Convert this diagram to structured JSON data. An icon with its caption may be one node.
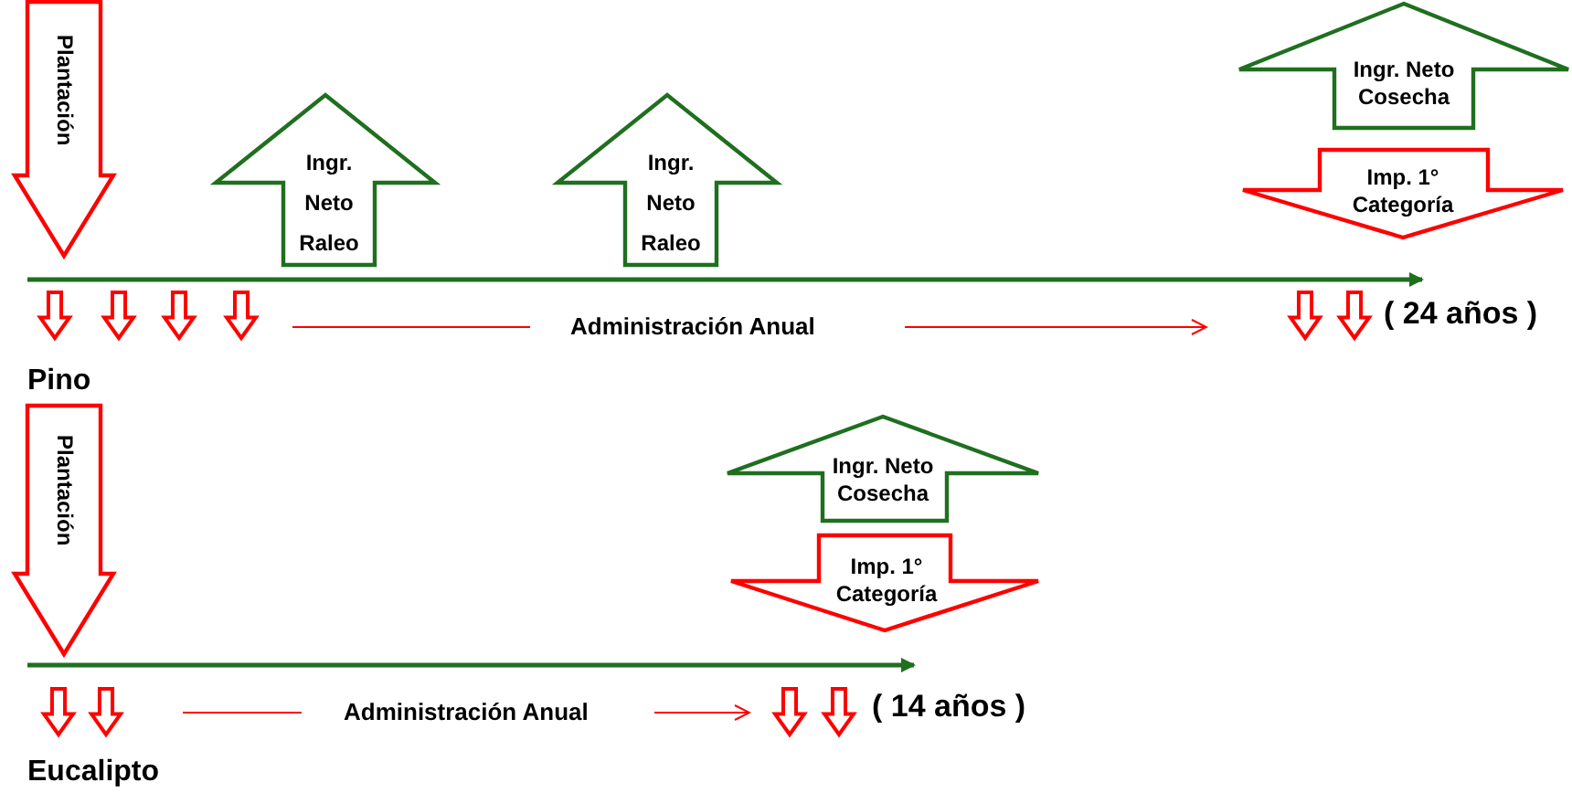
{
  "diagram": {
    "nodes": [
      {
        "text": [
          "Plantación"
        ]
      },
      {
        "text": [
          "Ingr. Neto Raleo"
        ]
      },
      {
        "text": [
          "Ingr. Neto Raleo"
        ]
      },
      {
        "text": [
          "Ingr. Neto Cosecha"
        ]
      },
      {
        "text": [
          "Imp. 1° Categoría"
        ]
      },
      {
        "text": [],
        "shape": "arrow"
      },
      {
        "text": [],
        "shape": "arrow"
      },
      {
        "text": [],
        "shape": "arrow"
      },
      {
        "text": [],
        "shape": "arrow"
      },
      {
        "text": [],
        "shape": "arrow"
      },
      {
        "text": [],
        "shape": "arrow"
      },
      {
        "text": [
          "Plantación"
        ]
      },
      {
        "text": [
          "Ingr. Neto Cosecha"
        ]
      },
      {
        "text": [
          "Imp. 1° Categoría"
        ]
      },
      {
        "text": [],
        "shape": "arrow"
      },
      {
        "text": [],
        "shape": "arrow"
      },
      {
        "text": [],
        "shape": "arrow"
      },
      {
        "text": [],
        "shape": "arrow"
      }
    ],
    "labels": [
      "Administración Anual",
      "( 24 años )",
      "Pino",
      "Administración Anual",
      "( 14 años )",
      "Eucalipto"
    ]
  }
}
